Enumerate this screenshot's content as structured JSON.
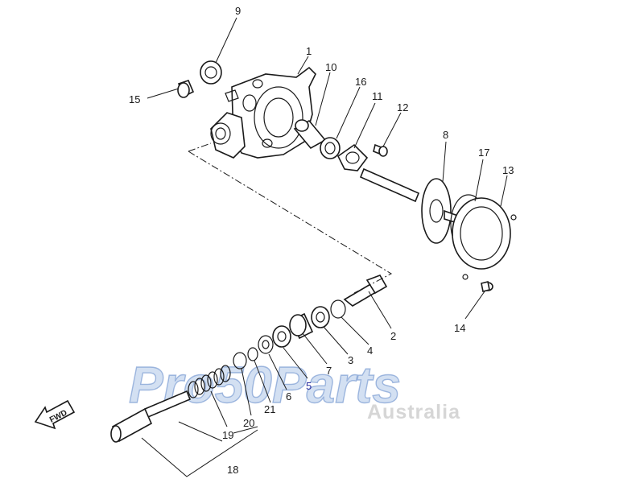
{
  "callouts": [
    {
      "id": "c1",
      "text": "1"
    },
    {
      "id": "c2",
      "text": "2"
    },
    {
      "id": "c3",
      "text": "3"
    },
    {
      "id": "c4",
      "text": "4"
    },
    {
      "id": "c5",
      "text": "5"
    },
    {
      "id": "c6",
      "text": "6"
    },
    {
      "id": "c7",
      "text": "7"
    },
    {
      "id": "c8",
      "text": "8"
    },
    {
      "id": "c9",
      "text": "9"
    },
    {
      "id": "c10",
      "text": "10"
    },
    {
      "id": "c11",
      "text": "11"
    },
    {
      "id": "c12",
      "text": "12"
    },
    {
      "id": "c13",
      "text": "13"
    },
    {
      "id": "c14",
      "text": "14"
    },
    {
      "id": "c15",
      "text": "15"
    },
    {
      "id": "c16",
      "text": "16"
    },
    {
      "id": "c17",
      "text": "17"
    },
    {
      "id": "c18",
      "text": "18"
    },
    {
      "id": "c19",
      "text": "19"
    },
    {
      "id": "c20",
      "text": "20"
    },
    {
      "id": "c21",
      "text": "21"
    }
  ],
  "forward_arrow": {
    "text": "FWD"
  },
  "watermark": {
    "brand": "Pro50Parts",
    "region": "Australia",
    "brand_color": "#5f87c8"
  },
  "colors": {
    "line": "#1a1a1a",
    "blue_callouts": "#2a2fa0"
  }
}
